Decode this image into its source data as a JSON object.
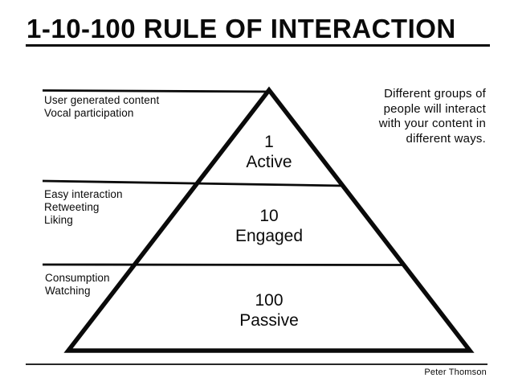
{
  "slide": {
    "title": "1-10-100 RULE OF INTERACTION",
    "credit": "Peter Thomson"
  },
  "annotation": {
    "text": "Different groups of\npeople will interact\nwith your content in\ndifferent ways."
  },
  "pyramid": {
    "tiers": [
      {
        "value": "1",
        "name": "Active",
        "behaviors": "User generated content\nVocal participation"
      },
      {
        "value": "10",
        "name": "Engaged",
        "behaviors": "Easy interaction\nRetweeting\nLiking"
      },
      {
        "value": "100",
        "name": "Passive",
        "behaviors": "Consumption\nWatching"
      }
    ]
  },
  "colors": {
    "ink": "#0a0a0a",
    "background": "#ffffff"
  }
}
